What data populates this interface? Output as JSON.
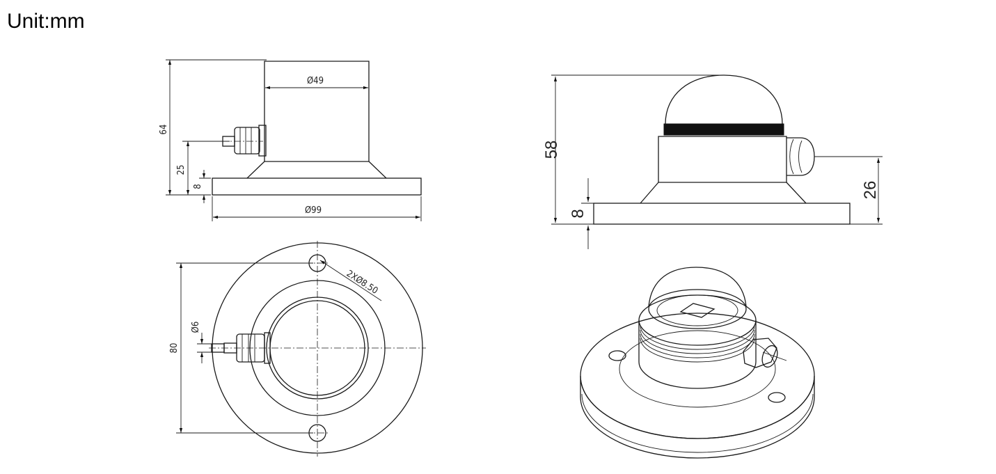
{
  "unit_label": "Unit:mm",
  "drawings": {
    "side_view": {
      "height": "64",
      "top_diameter": "49",
      "connector_height": "25",
      "base_thickness": "8",
      "base_diameter": "99"
    },
    "top_view": {
      "holes": "2XØ8.50",
      "hole_spacing": "80",
      "cable_diameter": "6"
    },
    "dome_side_view": {
      "height": "58",
      "base_thickness": "8",
      "connector_height": "26"
    }
  }
}
